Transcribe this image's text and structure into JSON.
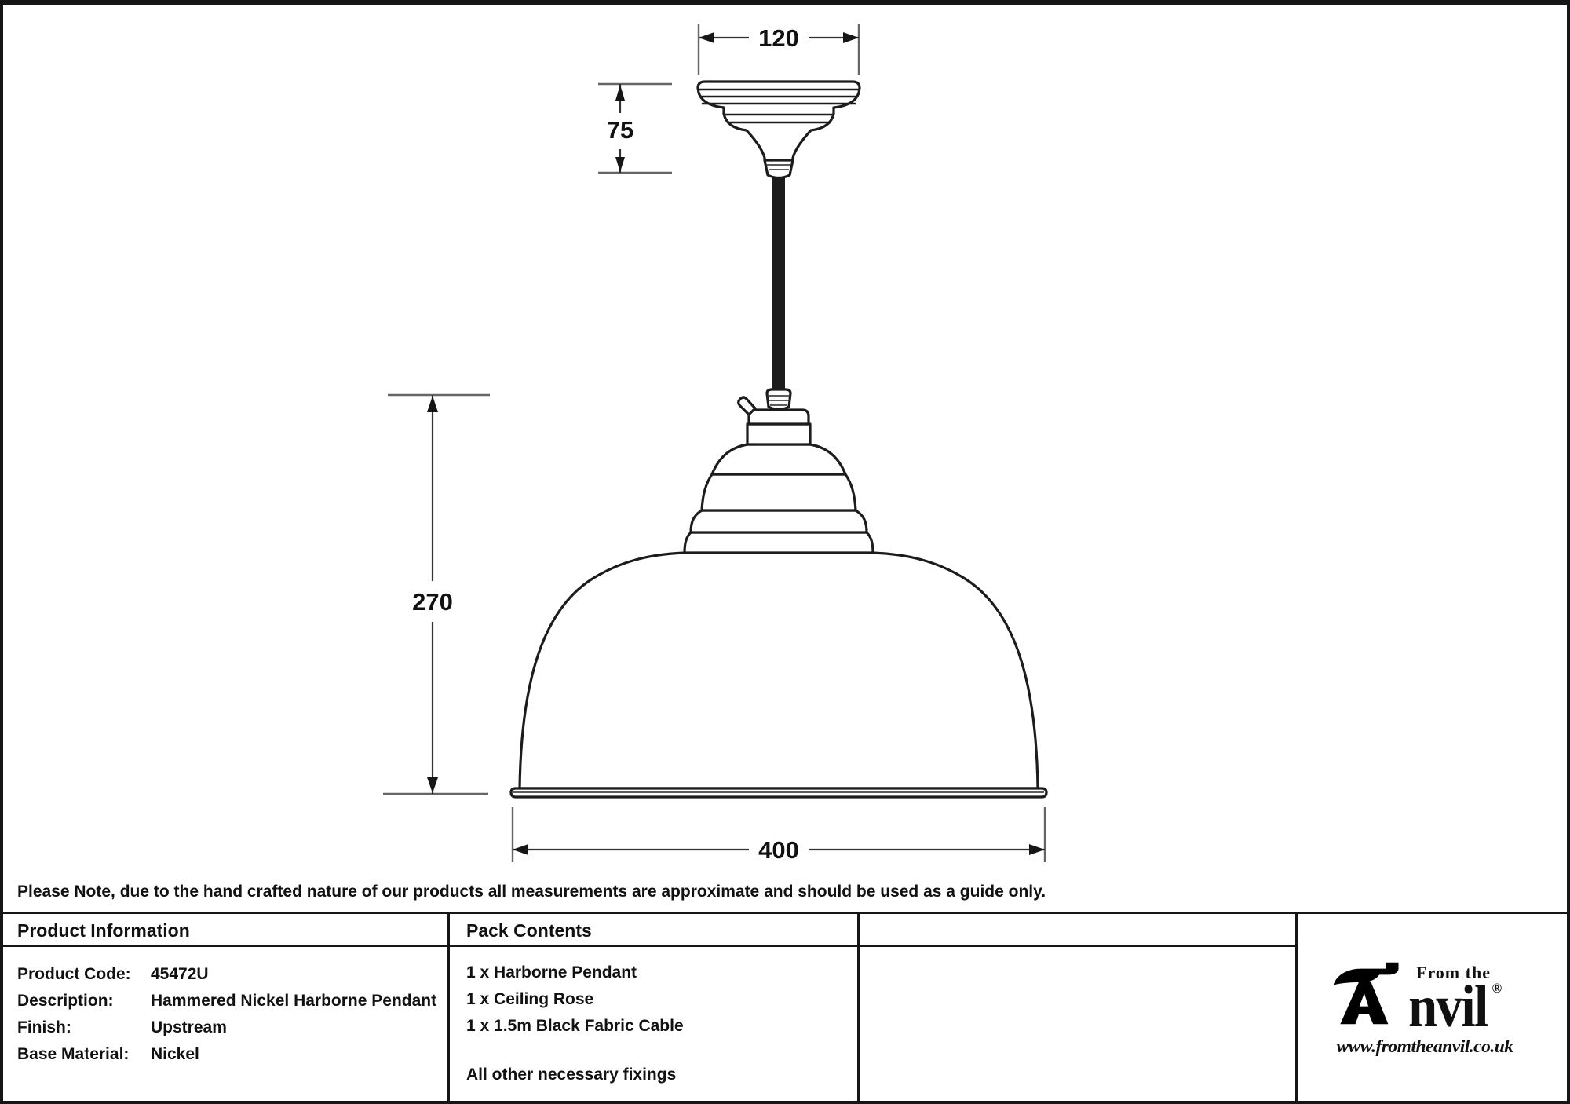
{
  "sheet": {
    "note": "Please Note, due to the hand crafted nature of our products all measurements are approximate and should be used as a guide only."
  },
  "drawing": {
    "type": "dimensioned technical drawing of a ceiling pendant light",
    "dim_rose_width": "120",
    "dim_rose_height": "75",
    "dim_shade_height": "270",
    "dim_shade_width": "400"
  },
  "product_information": {
    "title": "Product Information",
    "rows": [
      {
        "label": "Product Code:",
        "value": "45472U"
      },
      {
        "label": "Description:",
        "value": "Hammered Nickel Harborne Pendant"
      },
      {
        "label": "Finish:",
        "value": "Upstream"
      },
      {
        "label": "Base Material:",
        "value": "Nickel"
      }
    ]
  },
  "pack_contents": {
    "title": "Pack Contents",
    "items": [
      "1 x Harborne Pendant",
      "1 x Ceiling Rose",
      "1 x 1.5m Black Fabric Cable",
      "All other necessary fixings"
    ]
  },
  "logo": {
    "tagline": "From the",
    "brand": "Anvil",
    "brand_visible_letters": "nvil",
    "registered_mark": "®",
    "website": "www.fromtheanvil.co.uk"
  },
  "colors": {
    "ink": "#161616",
    "paper": "#ffffff",
    "dimension_line": "#333333",
    "extension_line": "#666666",
    "cable": "#1c1c1c"
  }
}
